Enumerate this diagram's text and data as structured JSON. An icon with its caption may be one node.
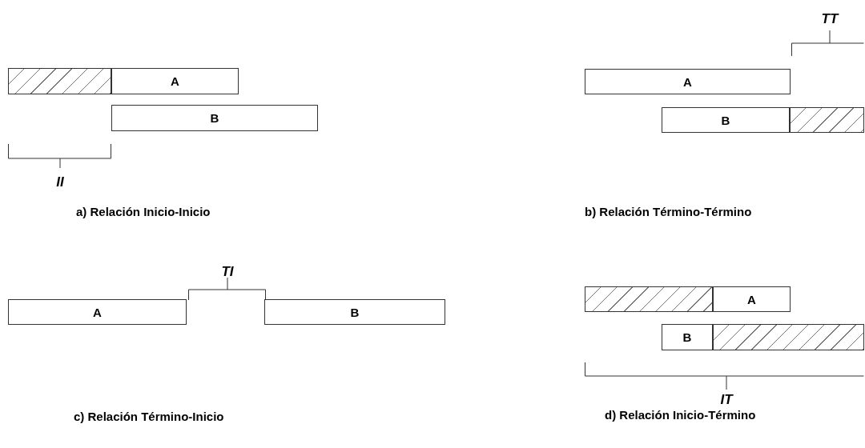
{
  "diagram": {
    "nodes": [
      {
        "text": [],
        "shape": "bar"
      },
      {
        "text": [
          "A"
        ]
      },
      {
        "text": [
          "B"
        ]
      },
      {
        "text": [
          "A"
        ]
      },
      {
        "text": [
          "B"
        ]
      },
      {
        "text": [],
        "shape": "bar"
      },
      {
        "text": [
          "A"
        ]
      },
      {
        "text": [
          "B"
        ]
      },
      {
        "text": [],
        "shape": "bar"
      },
      {
        "text": [
          "A"
        ]
      },
      {
        "text": [
          "B"
        ]
      },
      {
        "text": [],
        "shape": "bar"
      }
    ],
    "edges": [],
    "labels": [
      "II",
      "a)  Relación Inicio-Inicio",
      "TT",
      "b)  Relación Término-Término",
      "TI",
      "c)  Relación Término-Inicio",
      "IT",
      "d)  Relación Inicio-Término"
    ]
  }
}
